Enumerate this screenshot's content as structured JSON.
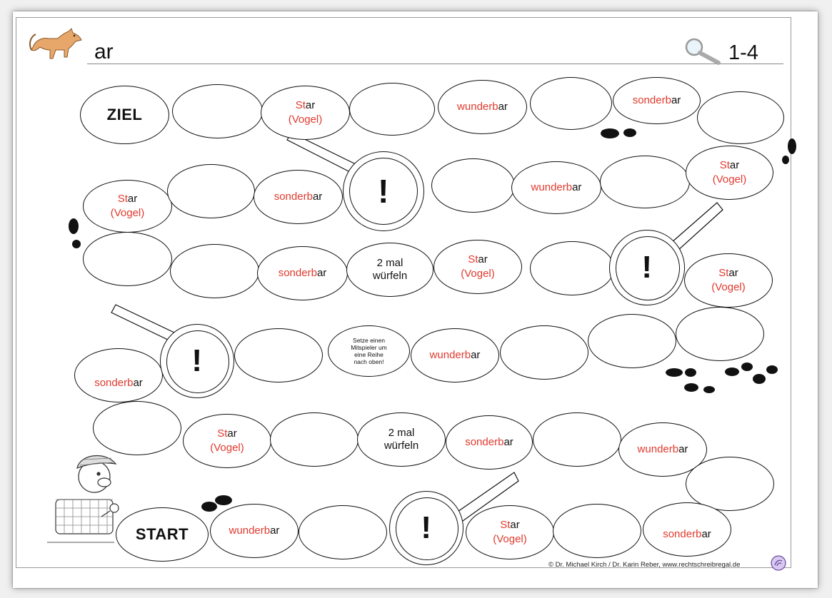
{
  "header": {
    "title": "ar",
    "level": "1-4",
    "fox_icon": "fox-icon",
    "magnifier_icon": "magnifying-glass-icon"
  },
  "footer": {
    "credit": "© Dr. Michael Kirch / Dr. Karin Reber, www.rechtschreibregal.de",
    "logo_icon": "rechtschreibregal-logo-icon"
  },
  "colors": {
    "highlight": "#e03a2e",
    "text": "#111111",
    "outline": "#111111"
  },
  "words": {
    "star_red": "St",
    "star_black": "ar",
    "vogel": "(Vogel)",
    "sonderb_red": "sonderb",
    "sonderb_black": "ar",
    "wunderb_red": "wunderb",
    "wunderb_black": "ar"
  },
  "board": {
    "start_label": "START",
    "goal_label": "ZIEL",
    "roll_twice_line1": "2 mal",
    "roll_twice_line2": "würfeln",
    "move_player_line1": "Setze einen",
    "move_player_line2": "Mitspieler um",
    "move_player_line3": "eine Reihe",
    "move_player_line4": "nach oben!",
    "exclamation": "!"
  },
  "decorations": [
    "footprints-icon",
    "magnifying-glass-field-icon",
    "detective-icon"
  ]
}
